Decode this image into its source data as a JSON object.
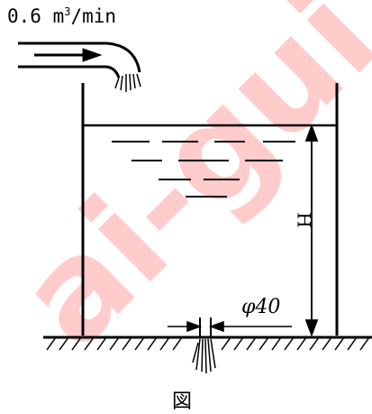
{
  "figure": {
    "flow_rate_value": "0.6 m",
    "flow_rate_exp": "3",
    "flow_rate_unit": "/min",
    "orifice_label": "φ40",
    "height_label": "H",
    "caption": "図"
  },
  "watermark": {
    "text": "ai-gui"
  },
  "colors": {
    "line": "#000000",
    "background": "#ffffff",
    "watermark": "#ff9a9a"
  }
}
